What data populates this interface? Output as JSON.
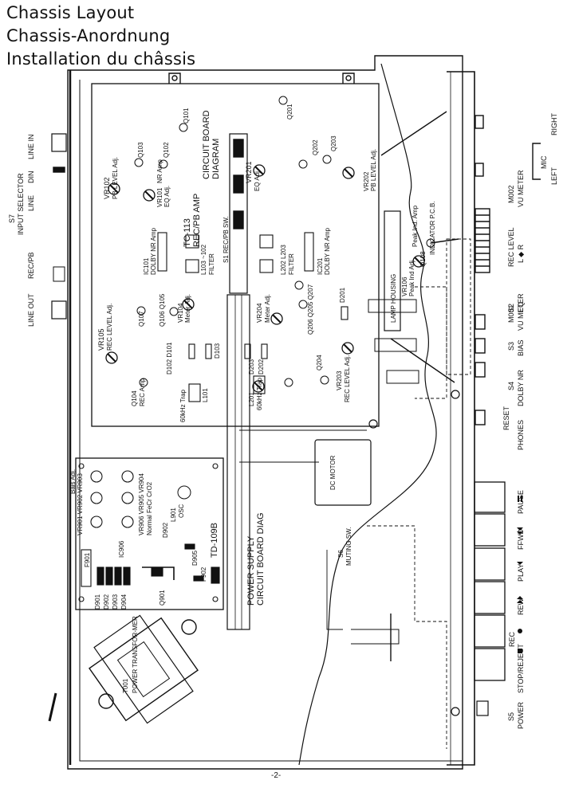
{
  "title": {
    "line1": "Chassis Layout",
    "line2": "Chassis-Anordnung",
    "line3": "Installation du châssis"
  },
  "circuit_board": {
    "label_1": "TC-113",
    "label_2": "REC/PB AMP",
    "label_3": "CIRCUIT BOARD",
    "label_4": "DIAGRAM"
  },
  "power_board": {
    "label_1": "TD-109B",
    "label_2": "POWER SUPPLY",
    "label_3": "CIRCUIT BOARD DIAG"
  },
  "left_panel": {
    "line_in": "LINE IN",
    "input_selector": "INPUT SELECTOR",
    "s7": "S7",
    "line": "LINE",
    "din": "DIN",
    "rec_pb": "REC/PB",
    "line_out": "LINE OUT"
  },
  "components": {
    "vr102": "VR102",
    "vr102_sub": "PB LEVEL Adj.",
    "q103": "Q103",
    "q102": "Q102",
    "q101_top": "Q101",
    "vr101": "VR101",
    "vr101_sub": "EQ Adj.",
    "vr101_sub2": "NR Amp",
    "ic101": "IC101",
    "ic101_sub": "DOLBY NR Amp",
    "l103": "L103 ~102",
    "l103_sub": "FILTER",
    "s1": "S1 REC/PB SW.",
    "vr105": "VR105",
    "vr105_sub": "REC LEVEL Adj.",
    "q107": "Q107",
    "q106": "Q106 Q105",
    "vr104": "VR104",
    "vr104_sub": "Meter Adj.",
    "d102": "D102 D101",
    "d103": "D103",
    "q104": "Q104",
    "q104_sub": "REC Amp",
    "l101": "L101",
    "l101_sub": "60kHz Trap",
    "vr201": "VR201",
    "vr201_sub": "EQ Adj.",
    "q201": "Q201",
    "q202": "Q202",
    "q203": "Q203",
    "vr202": "VR202",
    "vr202_sub": "PB LEVEL Adj.",
    "ic201": "IC201",
    "ic201_sub": "DOLBY NR Amp",
    "l202": "L202 L203",
    "l202_sub": "FILTER",
    "vr204": "VR204",
    "vr204_sub": "Meter Adj.",
    "q206": "Q206 Q205 Q207",
    "d201": "D201",
    "d203": "D203",
    "d202": "D202",
    "l201": "L201",
    "l201_sub": "60kHz Trap",
    "vr203": "VR203",
    "vr203_sub": "REC LEVEL Adj.",
    "q204": "Q204",
    "vr106": "VR106",
    "vr106_sub": "Peak Ind Adj.",
    "q108": "Q108",
    "peak_amp": "Peak Ind. Amp",
    "lamp_housing": "LAMP HOUSING",
    "indicator_pcb": "INDICATOR P.C.B.",
    "dc_motor": "DC MOTOR",
    "s6": "S6",
    "s6_sub": "MUTING SW.",
    "vr901": "VR901 VR902 VR903",
    "vr901_sub": "Bais Adj.",
    "vr906": "VR906 VR905 VR904",
    "vr906_sub": "Normal FeCr CrO2",
    "l901": "L901",
    "l901_sub": "OSC",
    "d902": "D902",
    "d905": "D905",
    "f902": "F902",
    "f901": "F901",
    "ic906": "IC906",
    "d901": "D901",
    "d902b": "D902",
    "d903": "D903",
    "d904": "D904",
    "q901": "Q901",
    "t001": "T001",
    "t001_sub": "POWER TRANSFOR-MER"
  },
  "front_panel": {
    "m002": "M002",
    "m002_sub": "VU METER",
    "mic": "MIC",
    "right": "RIGHT",
    "left": "LEFT",
    "rec_level": "REC LEVEL",
    "l_r": "L ◆ R",
    "m001": "M001",
    "m001_sub": "VU METER",
    "s2": "S2",
    "eq": "EQ",
    "s3": "S3",
    "bias": "BIAS",
    "s4": "S4",
    "dolby": "DOLBY NR",
    "phones": "PHONES",
    "reset": "RESET",
    "pause": "PAUSE",
    "ffwd": "FFWD",
    "play": "PLAY",
    "rew": "REW",
    "rec": "REC",
    "stop": "STOP/REJECT",
    "s5": "S5",
    "power": "POWER"
  },
  "page_number": "-2-"
}
